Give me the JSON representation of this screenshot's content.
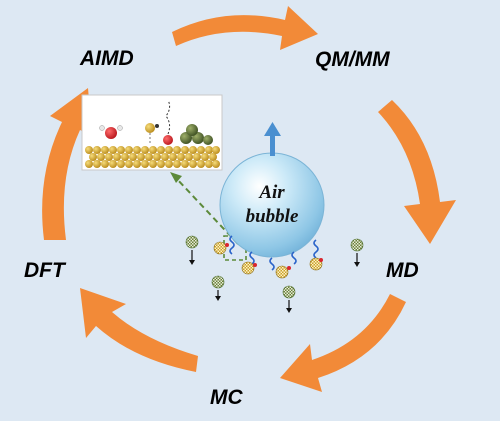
{
  "cycle": {
    "methods": [
      "AIMD",
      "QM/MM",
      "MD",
      "MC",
      "DFT"
    ],
    "arrow_color": "#F28A38"
  },
  "bubble": {
    "label_line1": "Air",
    "label_line2": "bubble",
    "color": "#A9D6EE"
  },
  "colors": {
    "background": "#DDE8F3",
    "substrate_gold": "#C9A02C",
    "adsorbate_red": "#D9272E",
    "adsorbate_green": "#4A6B2A",
    "chain_blue": "#2A63C9",
    "link_dashed": "#5C8A3A"
  }
}
